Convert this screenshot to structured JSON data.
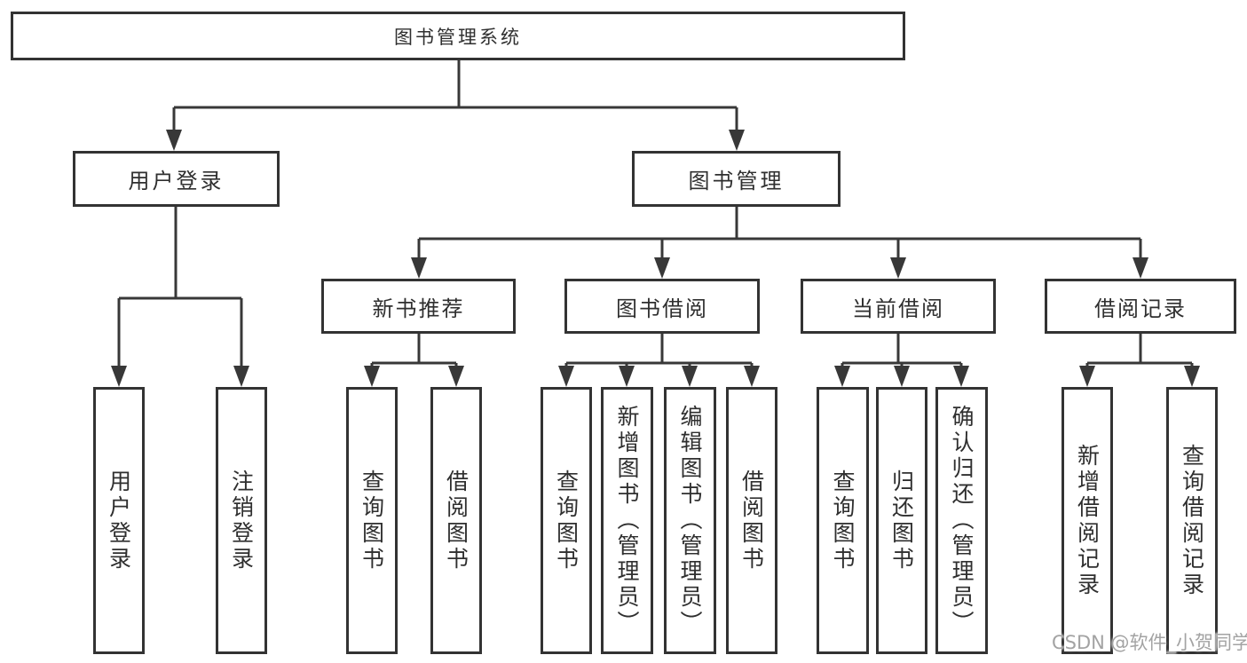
{
  "diagram_title": "图书管理系统",
  "tree": {
    "root": {
      "label": "图书管理系统"
    },
    "user_login_branch": {
      "label": "用户登录",
      "children": [
        {
          "label": "用户登录"
        },
        {
          "label": "注销登录"
        }
      ]
    },
    "book_mgmt_branch": {
      "label": "图书管理",
      "groups": [
        {
          "label": "新书推荐",
          "children": [
            {
              "label": "查询图书"
            },
            {
              "label": "借阅图书"
            }
          ]
        },
        {
          "label": "图书借阅",
          "children": [
            {
              "label": "查询图书"
            },
            {
              "label": "新增图书（管理员）"
            },
            {
              "label": "编辑图书（管理员）"
            },
            {
              "label": "借阅图书"
            }
          ]
        },
        {
          "label": "当前借阅",
          "children": [
            {
              "label": "查询图书"
            },
            {
              "label": "归还图书"
            },
            {
              "label": "确认归还（管理员）"
            }
          ]
        },
        {
          "label": "借阅记录",
          "children": [
            {
              "label": "新增借阅记录"
            },
            {
              "label": "查询借阅记录"
            }
          ]
        }
      ]
    }
  },
  "watermark": {
    "text": "CSDN @软件_小贺同学"
  },
  "colors": {
    "line": "#383838",
    "border": "#333333",
    "text": "#2f2f2f",
    "watermark": "#a3a3a3",
    "background": "#ffffff"
  }
}
